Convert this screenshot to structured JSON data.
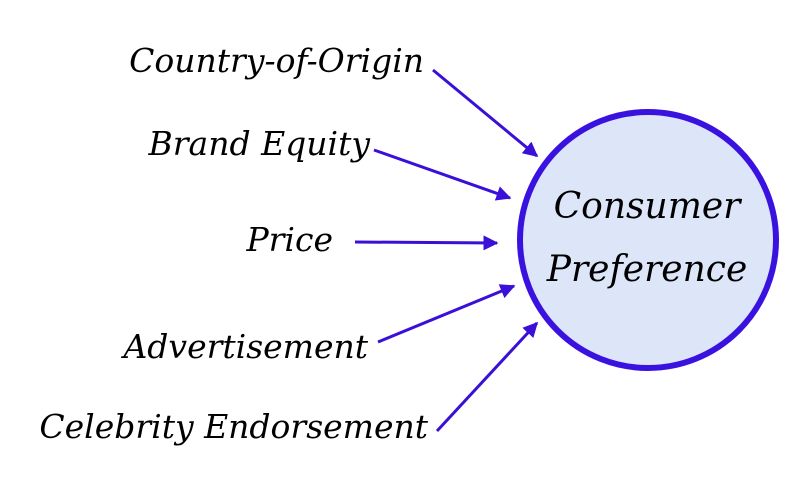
{
  "colors": {
    "arrow": "#3a0fd8",
    "circle_stroke": "#3a12e0",
    "circle_fill": "#dde5f8",
    "text": "#000000"
  },
  "center": {
    "line1": "Consumer",
    "line2": "Preference"
  },
  "factors": [
    {
      "label": "Country-of-Origin"
    },
    {
      "label": "Brand Equity"
    },
    {
      "label": "Price"
    },
    {
      "label": "Advertisement"
    },
    {
      "label": "Celebrity Endorsement"
    }
  ]
}
